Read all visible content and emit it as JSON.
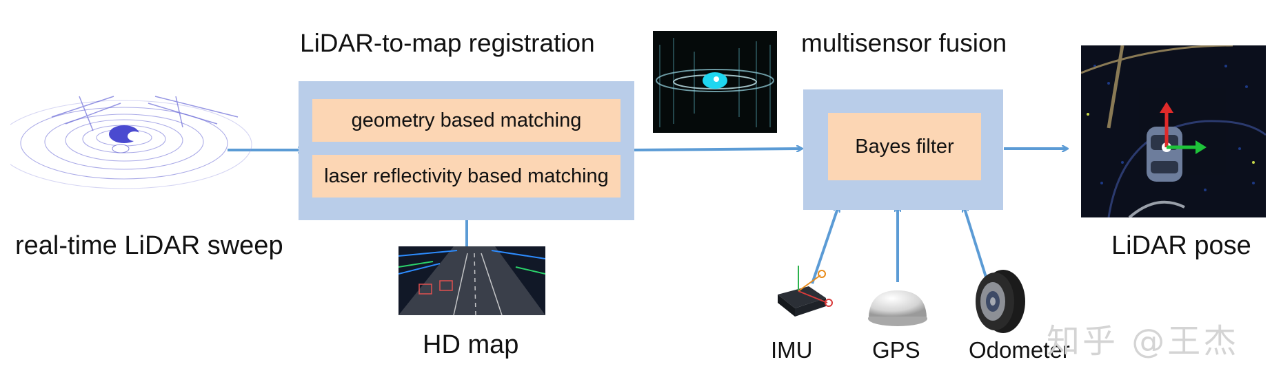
{
  "inputs": {
    "sweep_label": "real-time LiDAR sweep",
    "hd_map_label": "HD map"
  },
  "registration": {
    "title": "LiDAR-to-map registration",
    "methods": [
      "geometry based matching",
      "laser reflectivity based matching"
    ]
  },
  "fusion": {
    "title": "multisensor fusion",
    "filter": "Bayes filter"
  },
  "sensors": [
    "IMU",
    "GPS",
    "Odometer"
  ],
  "output": {
    "label": "LiDAR pose"
  },
  "watermark": "知乎 @王杰",
  "colors": {
    "panel": "#b9cde9",
    "method_box": "#fcd6b4",
    "arrow": "#5b9bd5"
  }
}
